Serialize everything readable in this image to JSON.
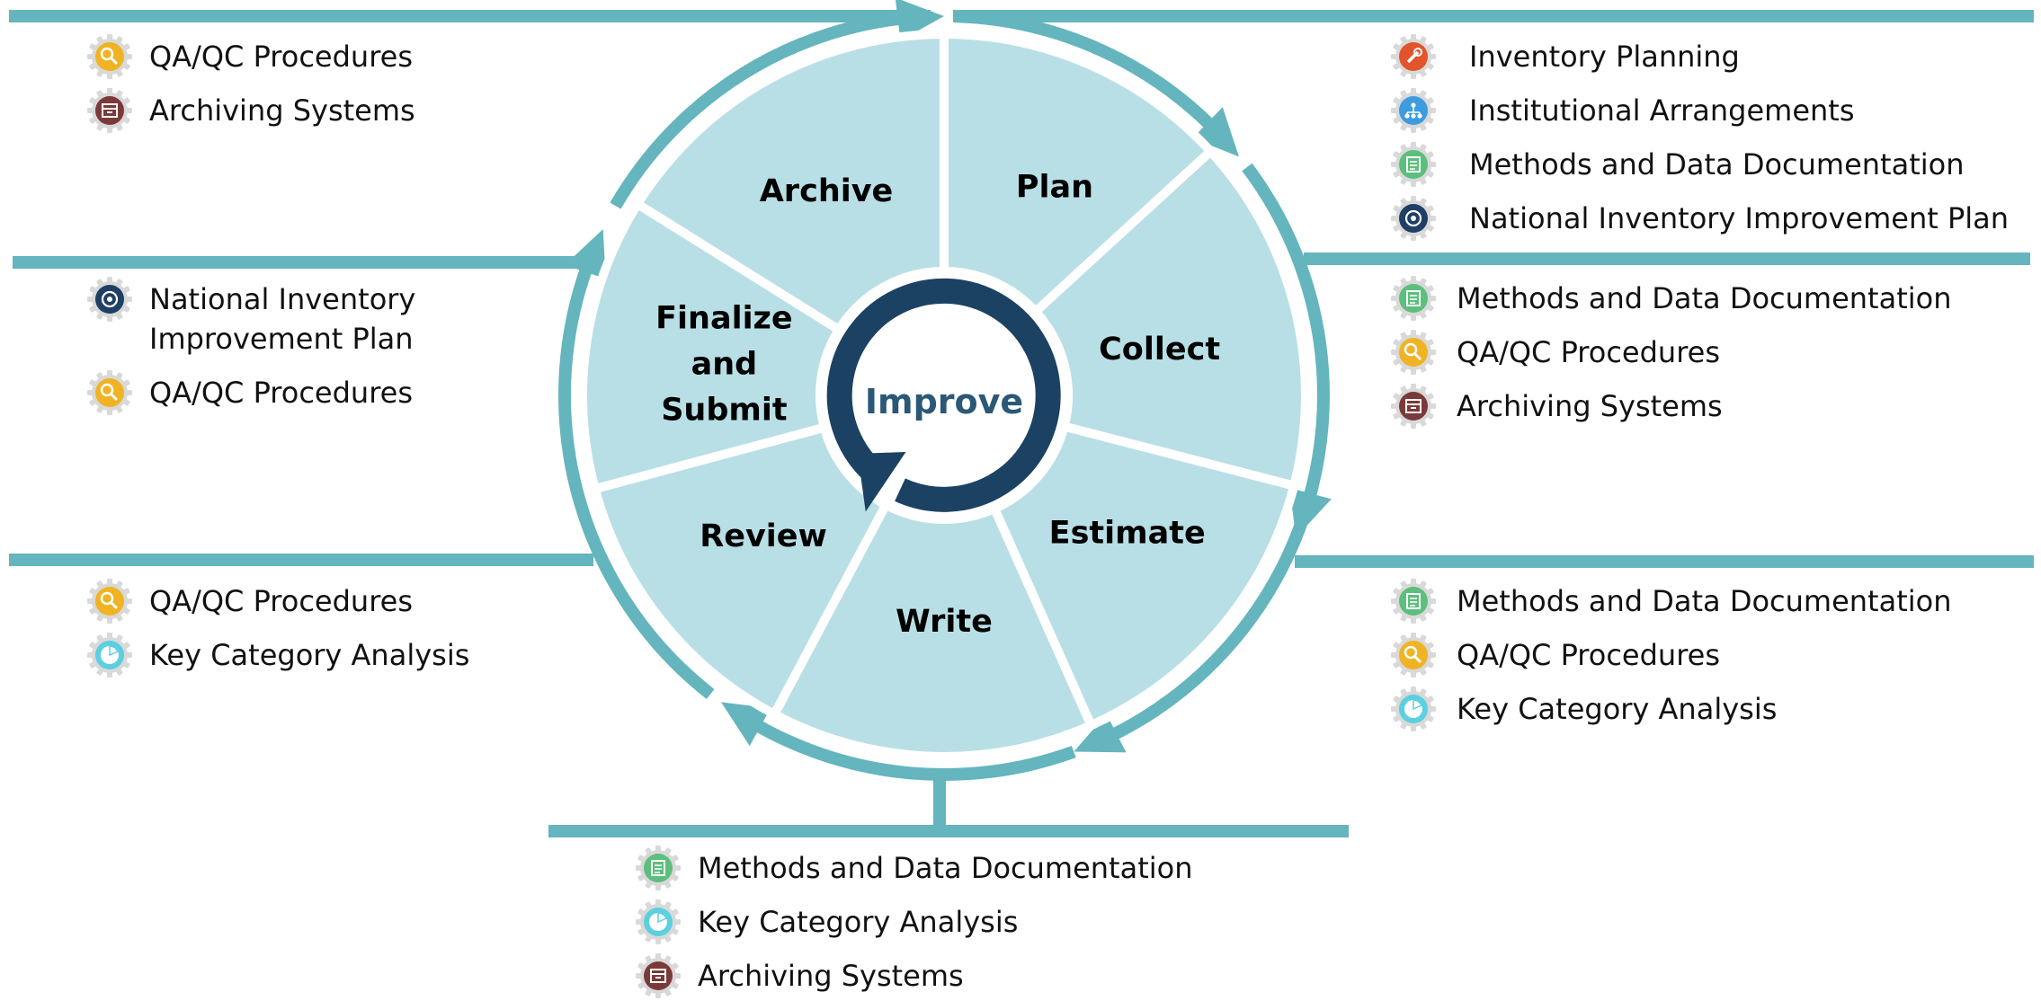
{
  "center": {
    "label": "Improve"
  },
  "segments": [
    {
      "id": "plan",
      "lines": [
        "Plan"
      ]
    },
    {
      "id": "collect",
      "lines": [
        "Collect"
      ]
    },
    {
      "id": "estimate",
      "lines": [
        "Estimate"
      ]
    },
    {
      "id": "write",
      "lines": [
        "Write"
      ]
    },
    {
      "id": "review",
      "lines": [
        "Review"
      ]
    },
    {
      "id": "finalize",
      "lines": [
        "Finalize",
        "and",
        "Submit"
      ]
    },
    {
      "id": "archive",
      "lines": [
        "Archive"
      ]
    }
  ],
  "tool_groups": [
    {
      "id": "archive",
      "items": [
        {
          "icon": "magnifier-icon",
          "color": "#f0b323",
          "lines": [
            "QA/QC Procedures"
          ]
        },
        {
          "icon": "archive-box-icon",
          "color": "#7b3a3a",
          "lines": [
            "Archiving Systems"
          ]
        }
      ]
    },
    {
      "id": "plan",
      "items": [
        {
          "icon": "wrench-icon",
          "color": "#e2542b",
          "lines": [
            "Inventory Planning"
          ]
        },
        {
          "icon": "org-chart-icon",
          "color": "#3d9be0",
          "lines": [
            "Institutional Arrangements"
          ]
        },
        {
          "icon": "document-icon",
          "color": "#5cbf7d",
          "lines": [
            "Methods and Data Documentation"
          ]
        },
        {
          "icon": "target-icon",
          "color": "#1f3f64",
          "lines": [
            "National Inventory Improvement Plan"
          ]
        }
      ]
    },
    {
      "id": "finalize",
      "items": [
        {
          "icon": "target-icon",
          "color": "#1f3f64",
          "lines": [
            "National Inventory",
            "Improvement Plan"
          ]
        },
        {
          "icon": "magnifier-icon",
          "color": "#f0b323",
          "lines": [
            "QA/QC Procedures"
          ]
        }
      ]
    },
    {
      "id": "collect",
      "items": [
        {
          "icon": "document-icon",
          "color": "#5cbf7d",
          "lines": [
            "Methods and Data Documentation"
          ]
        },
        {
          "icon": "magnifier-icon",
          "color": "#f0b323",
          "lines": [
            "QA/QC Procedures"
          ]
        },
        {
          "icon": "archive-box-icon",
          "color": "#7b3a3a",
          "lines": [
            "Archiving Systems"
          ]
        }
      ]
    },
    {
      "id": "review",
      "items": [
        {
          "icon": "magnifier-icon",
          "color": "#f0b323",
          "lines": [
            "QA/QC Procedures"
          ]
        },
        {
          "icon": "pie-icon",
          "color": "#5ccfe0",
          "lines": [
            "Key Category Analysis"
          ]
        }
      ]
    },
    {
      "id": "estimate",
      "items": [
        {
          "icon": "document-icon",
          "color": "#5cbf7d",
          "lines": [
            "Methods and Data Documentation"
          ]
        },
        {
          "icon": "magnifier-icon",
          "color": "#f0b323",
          "lines": [
            "QA/QC Procedures"
          ]
        },
        {
          "icon": "pie-icon",
          "color": "#5ccfe0",
          "lines": [
            "Key Category Analysis"
          ]
        }
      ]
    },
    {
      "id": "write",
      "items": [
        {
          "icon": "document-icon",
          "color": "#5cbf7d",
          "lines": [
            "Methods and Data Documentation"
          ]
        },
        {
          "icon": "pie-icon",
          "color": "#5ccfe0",
          "lines": [
            "Key Category Analysis"
          ]
        },
        {
          "icon": "archive-box-icon",
          "color": "#7b3a3a",
          "lines": [
            "Archiving Systems"
          ]
        }
      ]
    }
  ],
  "colors": {
    "segment_fill": "#b9dfe6",
    "ring": "#64b5bd",
    "center_arrow": "#1b4263",
    "center_text": "#2b5876"
  }
}
